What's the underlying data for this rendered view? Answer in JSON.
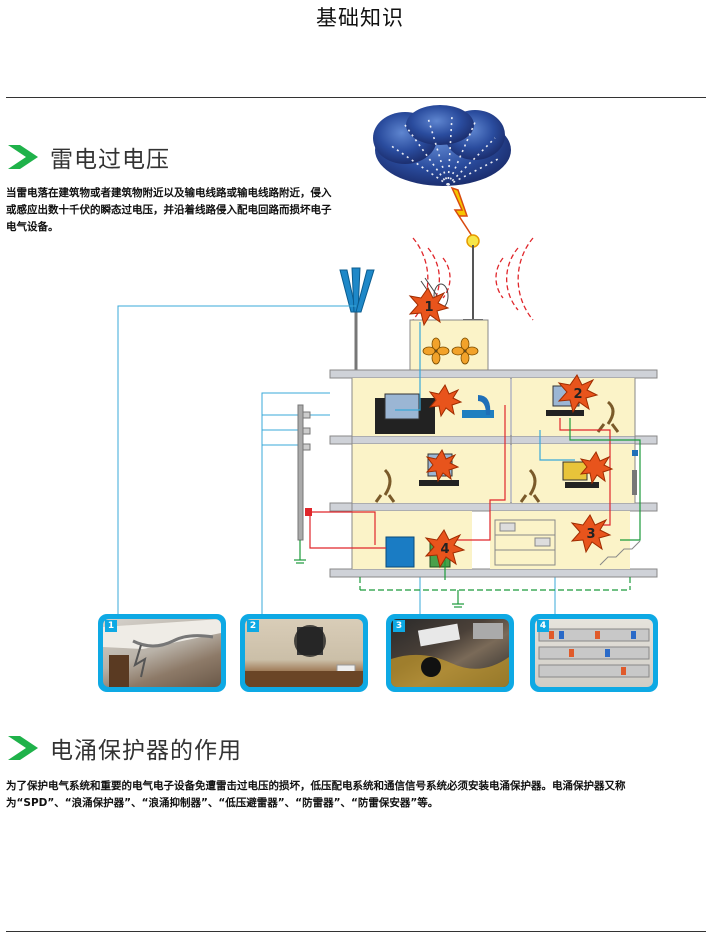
{
  "page_title": "基础知识",
  "section1": {
    "heading": "雷电过电压",
    "body": "当雷电落在建筑物或者建筑物附近以及输电线路或输电线路附近，侵入或感应出数十千伏的瞬态过电压，并沿着线路侵入配电回路而损坏电子电气设备。"
  },
  "illustration": {
    "damage_markers": [
      "1",
      "2",
      "3",
      "4"
    ]
  },
  "photos": [
    {
      "number": "1"
    },
    {
      "number": "2"
    },
    {
      "number": "3"
    },
    {
      "number": "4"
    }
  ],
  "section2": {
    "heading": "电涌保护器的作用",
    "body": "为了保护电气系统和重要的电气电子设备免遭雷击过电压的损坏，低压配电系统和通信信号系统必须安装电涌保护器。电涌保护器又称为“SPD”、“浪涌保护器”、“浪涌抑制器”、“低压避雷器”、“防雷器”、“防雷保安器”等。"
  },
  "colors": {
    "accent_green": "#1fb24a",
    "photo_frame_blue": "#0ea9e4",
    "cloud_blue": "#1f3f8f",
    "lightning_yellow": "#f6c400",
    "spark_orange": "#e8541c",
    "wire_red": "#e0262b",
    "wire_green": "#1a9a3a",
    "wire_cyan": "#38a8d8"
  }
}
